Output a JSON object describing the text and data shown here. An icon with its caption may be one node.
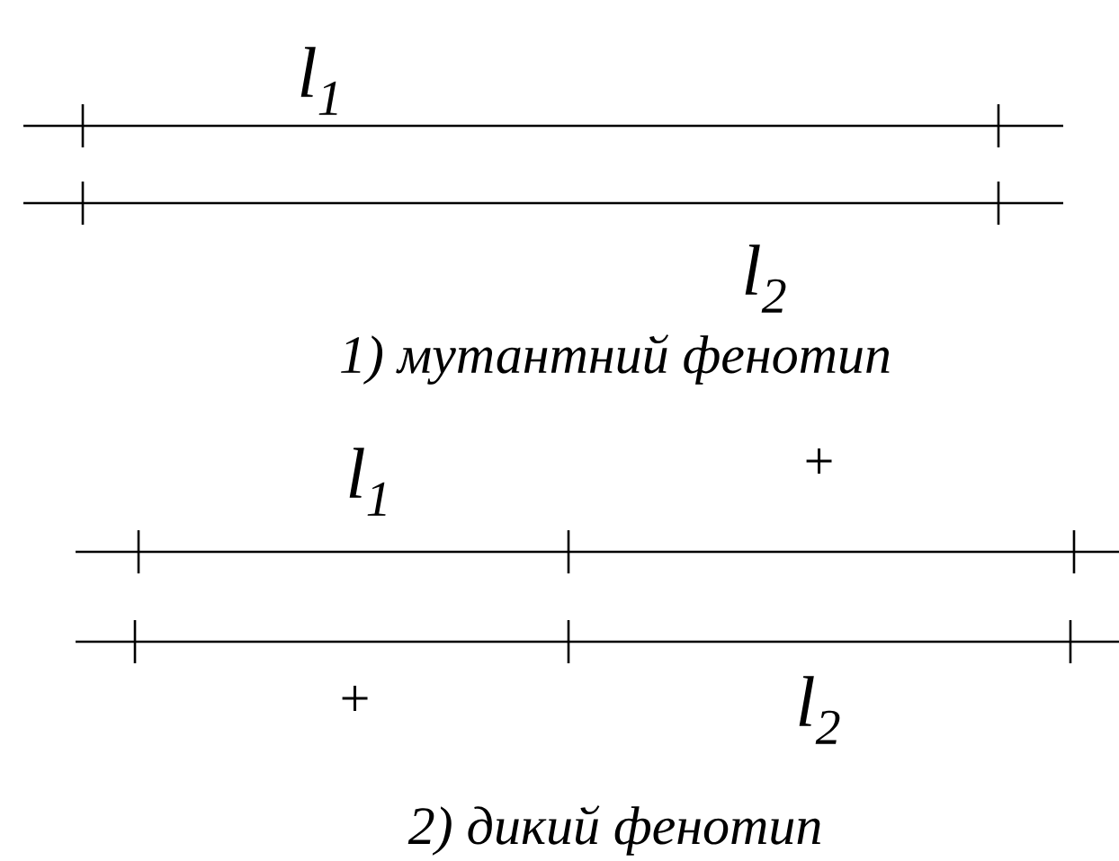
{
  "diagram": {
    "labels": [
      "l$_{1}$",
      "l$_{2}$",
      "1) мутантний фенотип",
      "l$_{1}$",
      "+",
      "+",
      "l$_{2}$",
      "2) дикий фенотип"
    ]
  }
}
